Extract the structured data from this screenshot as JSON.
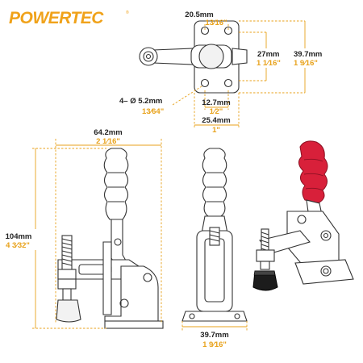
{
  "brand": {
    "name": "POWERTEC",
    "registered_mark": "®"
  },
  "colors": {
    "accent": "#e8a21b",
    "handle_red": "#d8203a",
    "outline": "#333333",
    "body_gray": "#e9e9e9",
    "tip_black": "#1c1c1c"
  },
  "dimensions": {
    "plate_width": {
      "metric": "20.5mm",
      "imperial": "13⁄16\""
    },
    "plate_height": {
      "metric": "27mm",
      "imperial": "1 1⁄16\""
    },
    "base_height": {
      "metric": "39.7mm",
      "imperial": "1 9⁄16\""
    },
    "hole_diameter": {
      "metric": "4– Ø 5.2mm",
      "imperial": "13⁄64\""
    },
    "hole_spacing": {
      "metric": "12.7mm",
      "imperial": "1⁄2\""
    },
    "base_width": {
      "metric": "25.4mm",
      "imperial": "1\""
    },
    "overall_length": {
      "metric": "64.2mm",
      "imperial": "2 1⁄16\""
    },
    "overall_height": {
      "metric": "104mm",
      "imperial": "4 3⁄32\""
    },
    "front_width": {
      "metric": "39.7mm",
      "imperial": "1 9⁄16\""
    }
  }
}
